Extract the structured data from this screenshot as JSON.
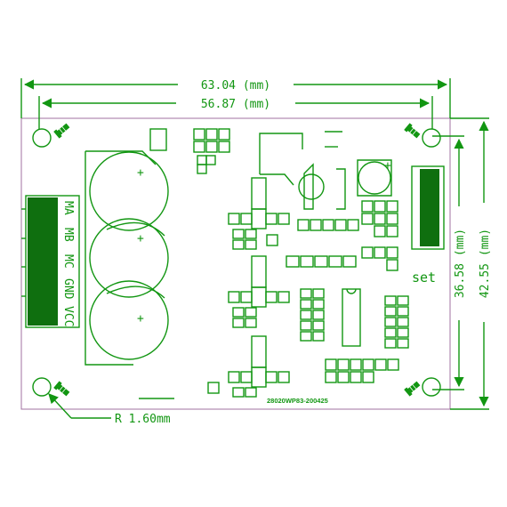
{
  "dimensions": {
    "overall_width": "63.04 (mm)",
    "mounting_width": "56.87 (mm)",
    "mounting_height": "36.58 (mm)",
    "overall_height": "42.55 (mm)",
    "hole_radius": "R 1.60mm"
  },
  "board": {
    "connector_labels": [
      "MA",
      "MB",
      "MC",
      "GND",
      "VCC"
    ],
    "set_label": "set",
    "model_text": "28020WP83-200425"
  },
  "colors": {
    "trace_green": "#129612",
    "connector_dark": "#0f6f0f",
    "outline": "#a070a0",
    "background": "#ffffff"
  },
  "icons": [
    "screw-icon"
  ]
}
